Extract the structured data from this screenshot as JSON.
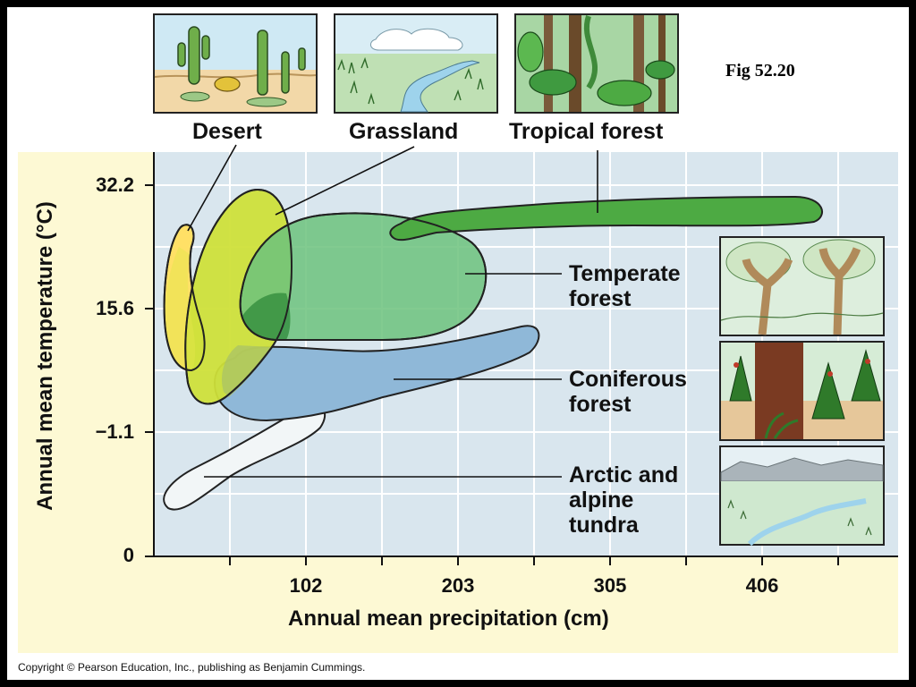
{
  "figure_label": "Fig 52.20",
  "copyright": "Copyright © Pearson Education, Inc., publishing as Benjamin Cummings.",
  "axes": {
    "x_label": "Annual mean precipitation (cm)",
    "y_label": "Annual mean temperature (°C)",
    "x_ticks": [
      "102",
      "203",
      "305",
      "406"
    ],
    "y_ticks": [
      "32.2",
      "15.6",
      "−1.1",
      "0"
    ]
  },
  "top_biomes": {
    "desert": "Desert",
    "grassland": "Grassland",
    "tropical_forest": "Tropical forest"
  },
  "side_biomes": {
    "temperate": [
      "Temperate",
      "forest"
    ],
    "coniferous": [
      "Coniferous",
      "forest"
    ],
    "tundra": [
      "Arctic and",
      "alpine",
      "tundra"
    ]
  },
  "colors": {
    "plot_bg": "#d9e6ee",
    "frame_bg": "#fdf9d4",
    "desert": "#ffe066",
    "grassland": "#cfe03a",
    "temperate": "#6cc27c",
    "tropical": "#4daa43",
    "coniferous": "#8fb8d8",
    "tundra": "#f2f6f7"
  }
}
